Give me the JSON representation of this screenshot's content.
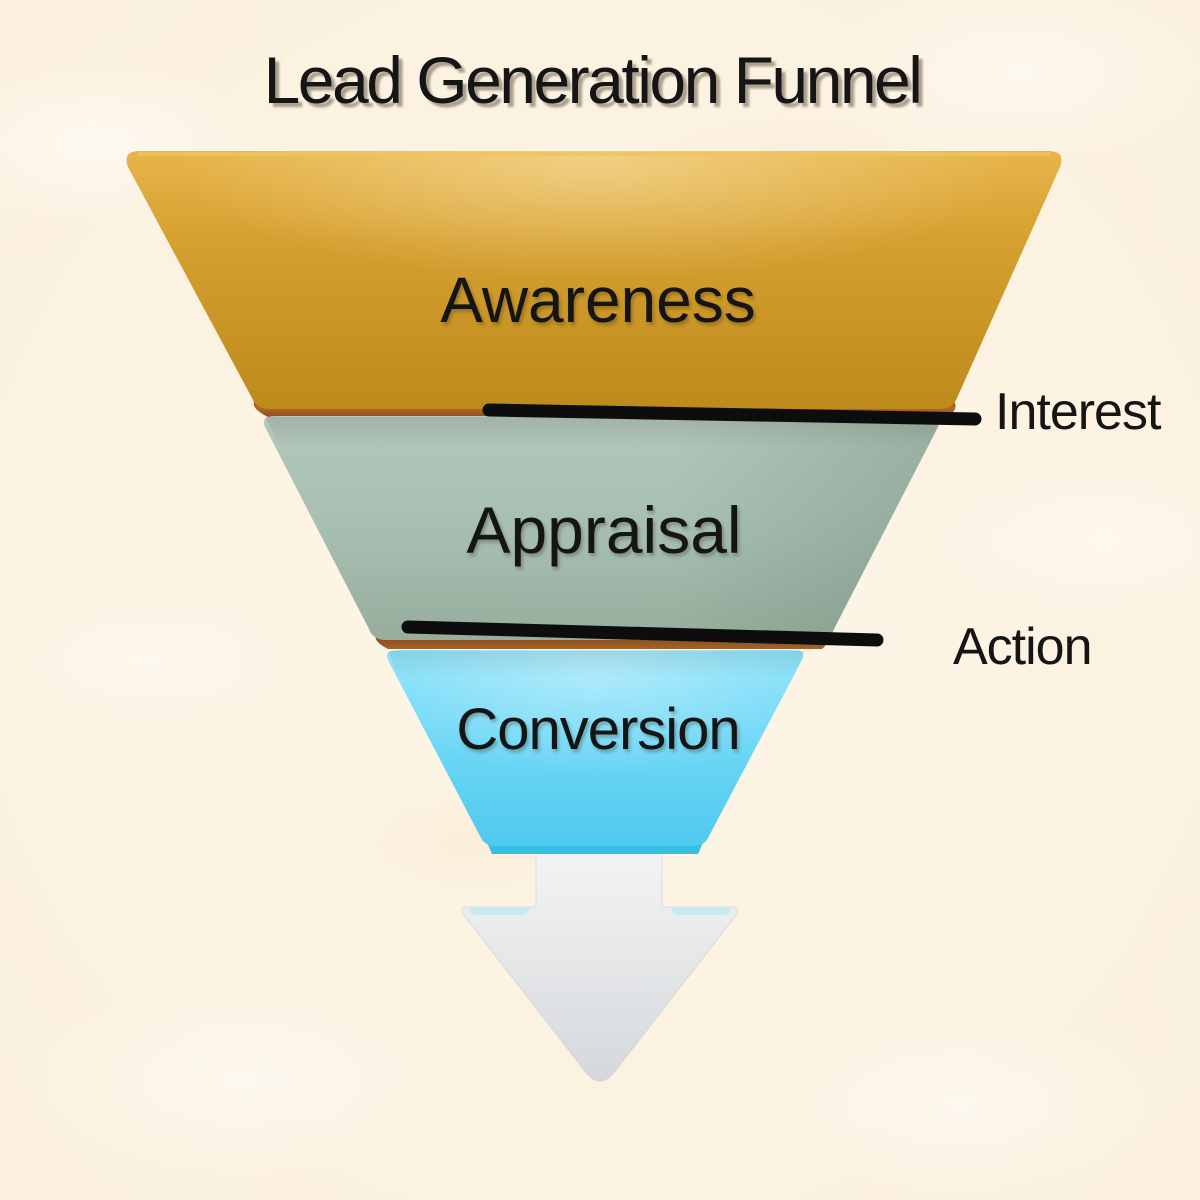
{
  "title": "Lead Generation Funnel",
  "funnel": {
    "stages": [
      {
        "label": "Awareness",
        "color": "#d49e2c"
      },
      {
        "label": "Appraisal",
        "color": "#a7bfb2"
      },
      {
        "label": "Conversion",
        "color": "#6fd8f6"
      }
    ],
    "side_labels": [
      {
        "label": "Interest"
      },
      {
        "label": "Action"
      }
    ],
    "arrow": {
      "name": "down-arrow",
      "color": "#e2e4e6"
    }
  },
  "colors": {
    "background": "#fbf1df",
    "text": "#151515",
    "divider_line": "#0d0d0d"
  }
}
